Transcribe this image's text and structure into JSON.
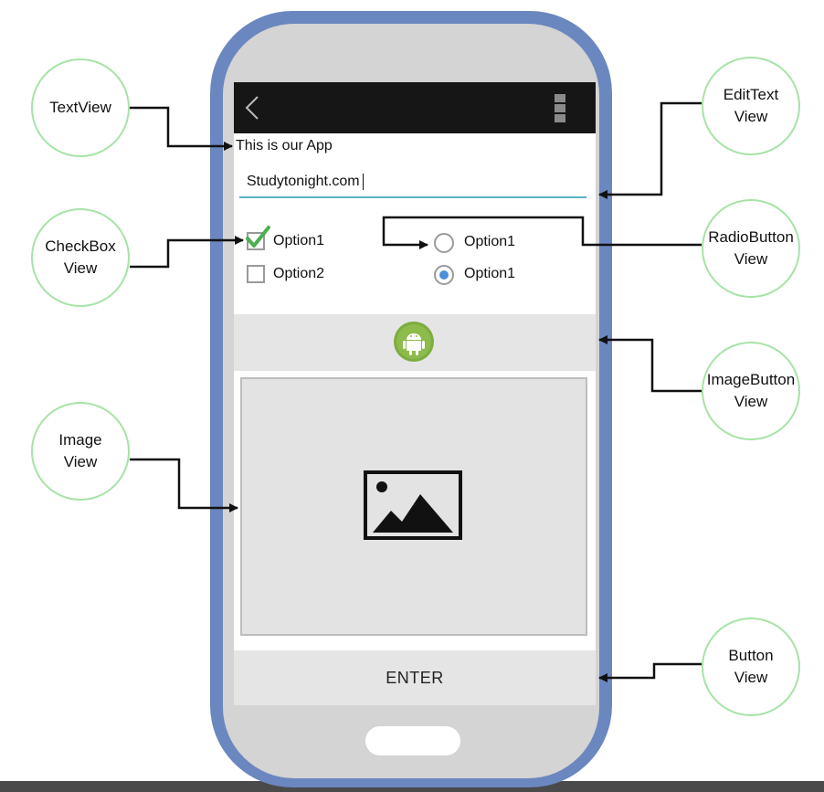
{
  "phone": {
    "app_text": "This is our App",
    "edittext_value": "Studytonight.com",
    "checkboxes": [
      {
        "label": "Option1",
        "checked": true
      },
      {
        "label": "Option2",
        "checked": false
      }
    ],
    "radios": [
      {
        "label": "Option1",
        "selected": false
      },
      {
        "label": "Option1",
        "selected": true
      }
    ],
    "button_label": "ENTER",
    "icons": {
      "back": "chevron-left-icon",
      "menu": "overflow-menu-icon",
      "image_button": "android-icon",
      "image_view": "image-placeholder-icon"
    }
  },
  "callouts": {
    "textview": "TextView",
    "edittext": "EditText\nView",
    "checkbox": "CheckBox\nView",
    "radiobutton": "RadioButton\nView",
    "imagebutton": "ImageButton\nView",
    "imageview": "Image\nView",
    "button": "Button\nView"
  },
  "colors": {
    "phone_frame": "#6b87bf",
    "callout_border": "#a6e3a6",
    "edittext_underline": "#5ab4c6",
    "checkbox_check": "#4caf50",
    "radio_selected": "#4a90d9"
  }
}
